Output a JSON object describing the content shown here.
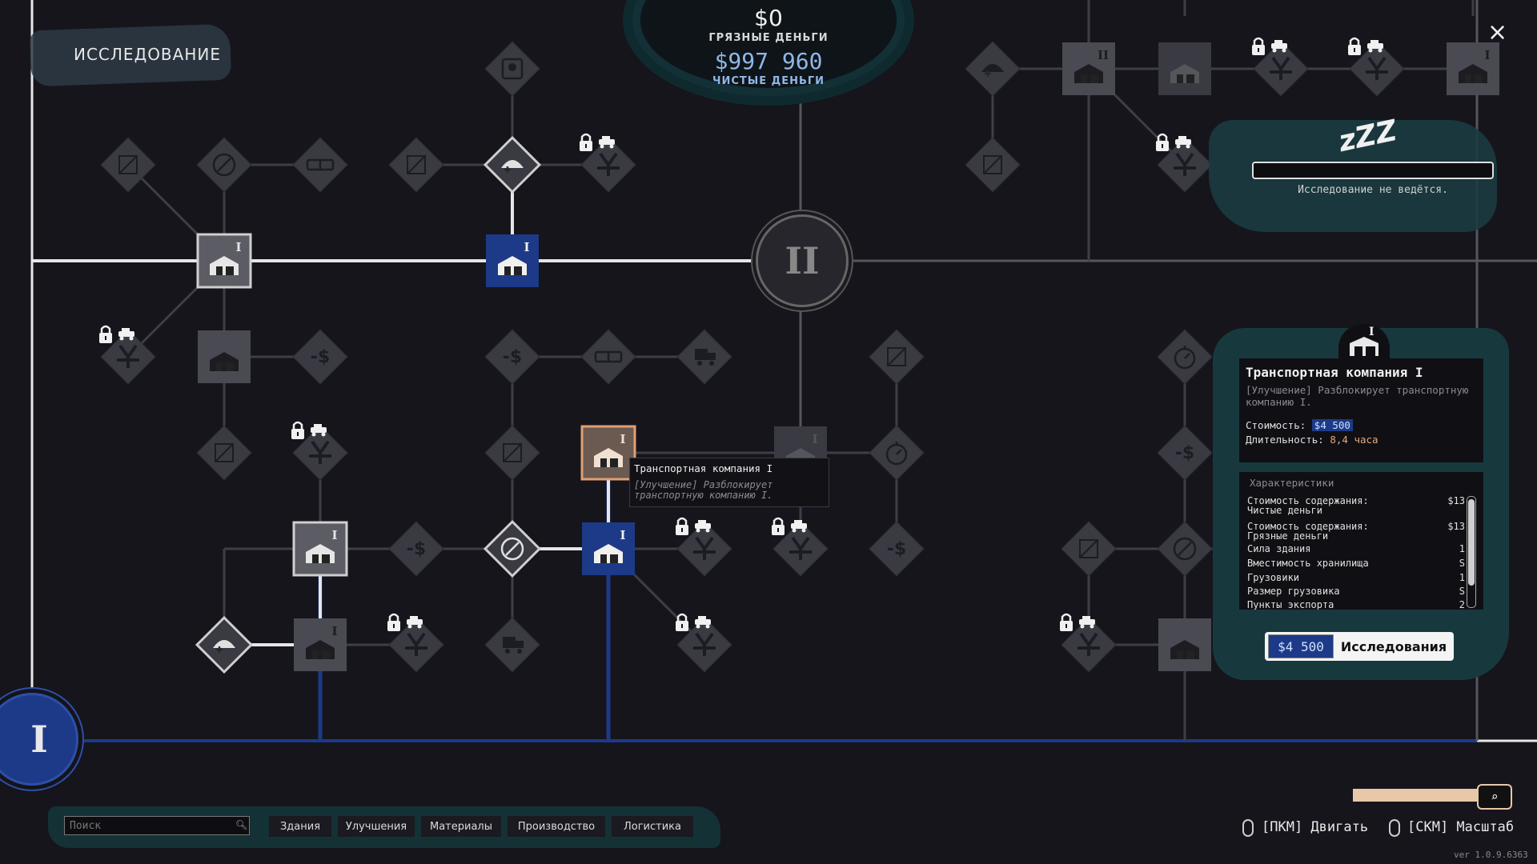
{
  "page_title": "ИССЛЕДОВАНИЕ",
  "money": {
    "dirty_value": "$0",
    "dirty_label": "ГРЯЗНЫЕ ДЕНЬГИ",
    "clean_value": "$997 960",
    "clean_label": "ЧИСТЫЕ ДЕНЬГИ"
  },
  "close_icon": "×",
  "status": {
    "sleep_glyph": "zZZ",
    "text": "Исследование не ведётся."
  },
  "tier_labels": {
    "tier1": "I",
    "tier2": "II"
  },
  "tooltip": {
    "title": "Транспортная компания I",
    "desc": "[Улучшение] Разблокирует транспортную компанию I."
  },
  "details": {
    "title": "Транспортная компания I",
    "desc": "[Улучшение] Разблокирует транспортную компанию I.",
    "cost_label": "Стоимость:",
    "cost_value": "$4 500",
    "duration_label": "Длительность:",
    "duration_value": "8,4 часа",
    "stats_header": "Характеристики",
    "stats": [
      {
        "label": "Стоимость содержания:\nЧистые деньги",
        "value": "$13"
      },
      {
        "label": "Стоимость содержания:\nГрязные деньги",
        "value": "$13"
      },
      {
        "label": "Сила здания",
        "value": "1"
      },
      {
        "label": "Вместимость хранилища",
        "value": "S"
      },
      {
        "label": "Грузовики",
        "value": "1"
      },
      {
        "label": "Размер грузовика",
        "value": "S"
      },
      {
        "label": "Пункты экспорта",
        "value": "2"
      }
    ],
    "research_price": "$4 500",
    "research_label": "Исследования"
  },
  "search": {
    "placeholder": "Поиск"
  },
  "filters": [
    "Здания",
    "Улучшения",
    "Материалы",
    "Производство",
    "Логистика"
  ],
  "hints": {
    "move": "[ПКМ] Двигать",
    "zoom": "[СКМ] Масштаб"
  },
  "version": "ver 1.0.9.6363",
  "colors": {
    "accent_blue": "#1d3a88",
    "selected_orange": "#e0a070",
    "teal_brush": "#17393e"
  },
  "nodes": [
    {
      "id": "n1",
      "type": "diamond",
      "icon": "box-icon",
      "state": "normal"
    },
    {
      "id": "n2",
      "type": "diamond",
      "icon": "compass-icon",
      "state": "normal"
    },
    {
      "id": "n3",
      "type": "diamond",
      "icon": "pipe-icon",
      "state": "normal"
    },
    {
      "id": "n4",
      "type": "diamond",
      "icon": "box-icon",
      "state": "normal"
    },
    {
      "id": "n5",
      "type": "diamond",
      "icon": "storage-plus-icon",
      "state": "researched"
    },
    {
      "id": "n6",
      "type": "diamond",
      "icon": "fist-icon",
      "state": "locked"
    },
    {
      "id": "n7",
      "type": "diamond",
      "icon": "worker-icon",
      "state": "normal"
    },
    {
      "id": "n8",
      "type": "diamond",
      "icon": "fist-icon",
      "state": "locked"
    },
    {
      "id": "n9",
      "type": "diamond",
      "icon": "discount-icon",
      "state": "normal"
    },
    {
      "id": "n10",
      "type": "diamond",
      "icon": "discount-icon",
      "state": "normal"
    },
    {
      "id": "n11",
      "type": "diamond",
      "icon": "pipe-icon",
      "state": "normal"
    },
    {
      "id": "n12",
      "type": "diamond",
      "icon": "truck-plus-icon",
      "state": "normal"
    },
    {
      "id": "n13",
      "type": "diamond",
      "icon": "box-icon",
      "state": "normal"
    },
    {
      "id": "n14",
      "type": "diamond",
      "icon": "box-icon",
      "state": "normal"
    },
    {
      "id": "n15",
      "type": "diamond",
      "icon": "fist-icon",
      "state": "locked"
    },
    {
      "id": "n16",
      "type": "diamond",
      "icon": "box-icon",
      "state": "normal"
    },
    {
      "id": "n17",
      "type": "diamond",
      "icon": "timer-icon",
      "state": "normal"
    },
    {
      "id": "n18",
      "type": "diamond",
      "icon": "box-icon",
      "state": "normal"
    },
    {
      "id": "n19",
      "type": "diamond",
      "icon": "discount-icon",
      "state": "normal"
    },
    {
      "id": "n20",
      "type": "diamond",
      "icon": "compass-icon",
      "state": "researched"
    },
    {
      "id": "n21",
      "type": "diamond",
      "icon": "fist-icon",
      "state": "locked"
    },
    {
      "id": "n22",
      "type": "diamond",
      "icon": "fist-icon",
      "state": "locked"
    },
    {
      "id": "n23",
      "type": "diamond",
      "icon": "discount-icon",
      "state": "normal"
    },
    {
      "id": "n24",
      "type": "diamond",
      "icon": "storage-plus-icon",
      "state": "researched"
    },
    {
      "id": "n25",
      "type": "diamond",
      "icon": "fist-icon",
      "state": "locked"
    },
    {
      "id": "n26",
      "type": "diamond",
      "icon": "truck-plus-icon",
      "state": "normal"
    },
    {
      "id": "n27",
      "type": "diamond",
      "icon": "fist-icon",
      "state": "locked"
    },
    {
      "id": "n28",
      "type": "diamond",
      "icon": "storage-plus-icon",
      "state": "normal"
    },
    {
      "id": "n29",
      "type": "diamond",
      "icon": "box-icon",
      "state": "normal"
    },
    {
      "id": "n30",
      "type": "diamond",
      "icon": "fist-icon",
      "state": "locked"
    },
    {
      "id": "n31",
      "type": "diamond",
      "icon": "fist-icon",
      "state": "locked"
    },
    {
      "id": "n32",
      "type": "diamond",
      "icon": "fist-icon",
      "state": "locked"
    },
    {
      "id": "n33",
      "type": "diamond",
      "icon": "timer-icon",
      "state": "normal"
    },
    {
      "id": "n34",
      "type": "diamond",
      "icon": "discount-icon",
      "state": "normal"
    },
    {
      "id": "n35",
      "type": "diamond",
      "icon": "box-icon",
      "state": "normal"
    },
    {
      "id": "n36",
      "type": "diamond",
      "icon": "compass-icon",
      "state": "normal"
    },
    {
      "id": "n37",
      "type": "diamond",
      "icon": "fist-icon",
      "state": "locked"
    },
    {
      "id": "b1",
      "type": "square",
      "icon": "building-icon",
      "state": "researched",
      "tier": "I"
    },
    {
      "id": "b2",
      "type": "square",
      "icon": "warehouse-icon",
      "state": "researched-blue",
      "tier": "I"
    },
    {
      "id": "b3",
      "type": "square",
      "icon": "car-icon",
      "state": "normal",
      "tier": ""
    },
    {
      "id": "b4",
      "type": "square",
      "icon": "transport-company-icon",
      "state": "selected",
      "tier": "I"
    },
    {
      "id": "b5",
      "type": "square",
      "icon": "garage-icon",
      "state": "researched-blue",
      "tier": "I"
    },
    {
      "id": "b6",
      "type": "square",
      "icon": "farm-icon",
      "state": "researched",
      "tier": "I"
    },
    {
      "id": "b7",
      "type": "square",
      "icon": "shop-icon",
      "state": "normal",
      "tier": "I"
    },
    {
      "id": "b8",
      "type": "square",
      "icon": "transport-company-icon",
      "state": "dim",
      "tier": "I"
    },
    {
      "id": "b9",
      "type": "square",
      "icon": "shop-icon",
      "state": "normal",
      "tier": "II"
    },
    {
      "id": "b10",
      "type": "square",
      "icon": "farm-icon",
      "state": "dim",
      "tier": ""
    },
    {
      "id": "b11",
      "type": "square",
      "icon": "shop-icon",
      "state": "normal",
      "tier": "I"
    },
    {
      "id": "b12",
      "type": "square",
      "icon": "garage-icon",
      "state": "locked",
      "tier": ""
    }
  ]
}
